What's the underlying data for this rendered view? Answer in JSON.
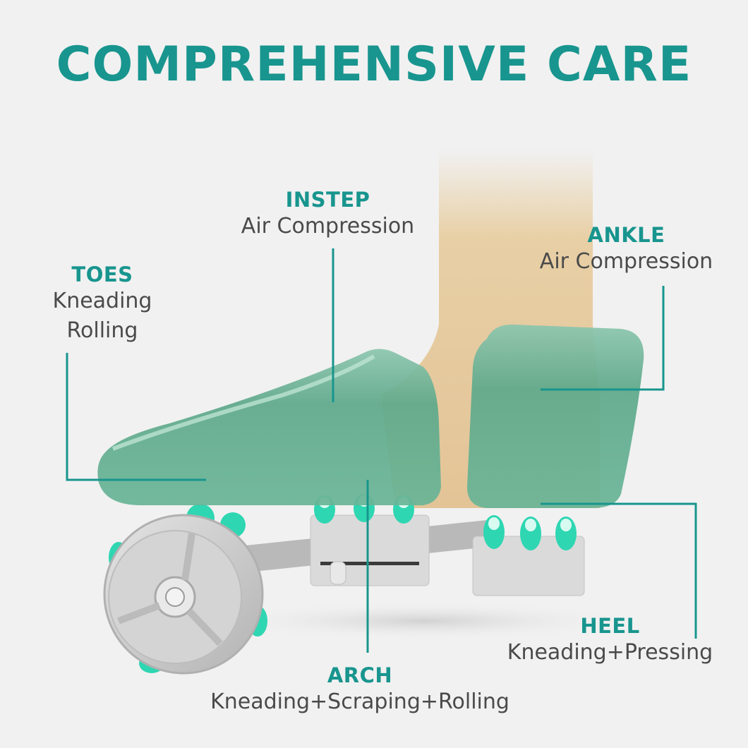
{
  "title": "COMPREHENSIVE CARE",
  "colors": {
    "accent": "#18958e",
    "airbag": "#5ea98c",
    "skin": "#e6caa0",
    "device": "#c9c9c9",
    "roller": "#2fd6b2"
  },
  "labels": {
    "toes": {
      "name": "TOES",
      "lines": [
        "Kneading",
        "Rolling"
      ]
    },
    "instep": {
      "name": "INSTEP",
      "desc": "Air Compression"
    },
    "ankle": {
      "name": "ANKLE",
      "desc": "Air Compression"
    },
    "heel": {
      "name": "HEEL",
      "desc": "Kneading+Pressing"
    },
    "arch": {
      "name": "ARCH",
      "desc": "Kneading+Scraping+Rolling"
    }
  }
}
